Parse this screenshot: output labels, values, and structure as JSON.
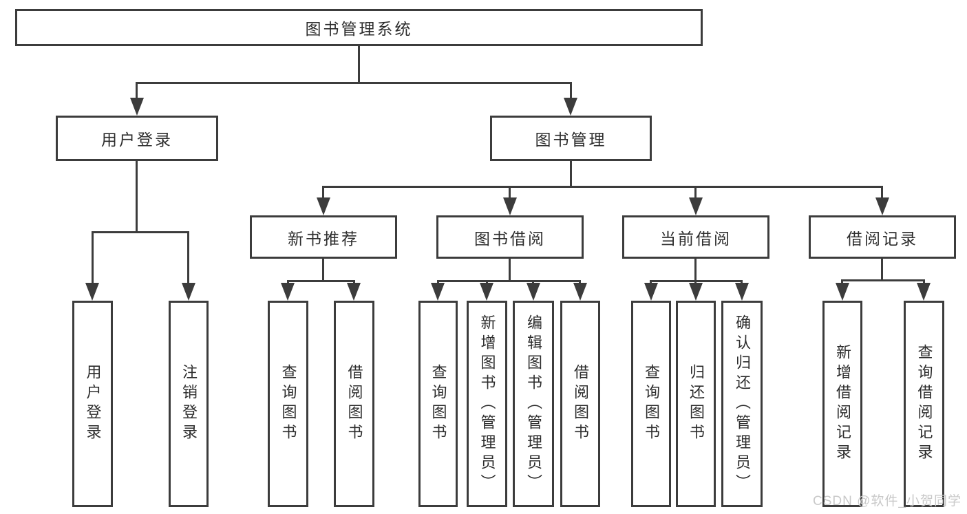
{
  "diagram": {
    "type": "hierarchy-tree",
    "root": {
      "label": "图书管理系统"
    },
    "branches": [
      {
        "label": "用户登录",
        "children": [
          {
            "label": "用户登录"
          },
          {
            "label": "注销登录"
          }
        ]
      },
      {
        "label": "图书管理",
        "children": [
          {
            "label": "新书推荐",
            "children": [
              {
                "label": "查询图书"
              },
              {
                "label": "借阅图书"
              }
            ]
          },
          {
            "label": "图书借阅",
            "children": [
              {
                "label": "查询图书"
              },
              {
                "label": "新增图书（管理员）"
              },
              {
                "label": "编辑图书（管理员）"
              },
              {
                "label": "借阅图书"
              }
            ]
          },
          {
            "label": "当前借阅",
            "children": [
              {
                "label": "查询图书"
              },
              {
                "label": "归还图书"
              },
              {
                "label": "确认归还（管理员）"
              }
            ]
          },
          {
            "label": "借阅记录",
            "children": [
              {
                "label": "新增借阅记录"
              },
              {
                "label": "查询借阅记录"
              }
            ]
          }
        ]
      }
    ],
    "watermark": "CSDN @软件_小贺同学",
    "colors": {
      "background": "#ffffff",
      "line": "#3c3c3c",
      "text": "#2d2d2d",
      "watermark": "#c9c9c9"
    }
  }
}
